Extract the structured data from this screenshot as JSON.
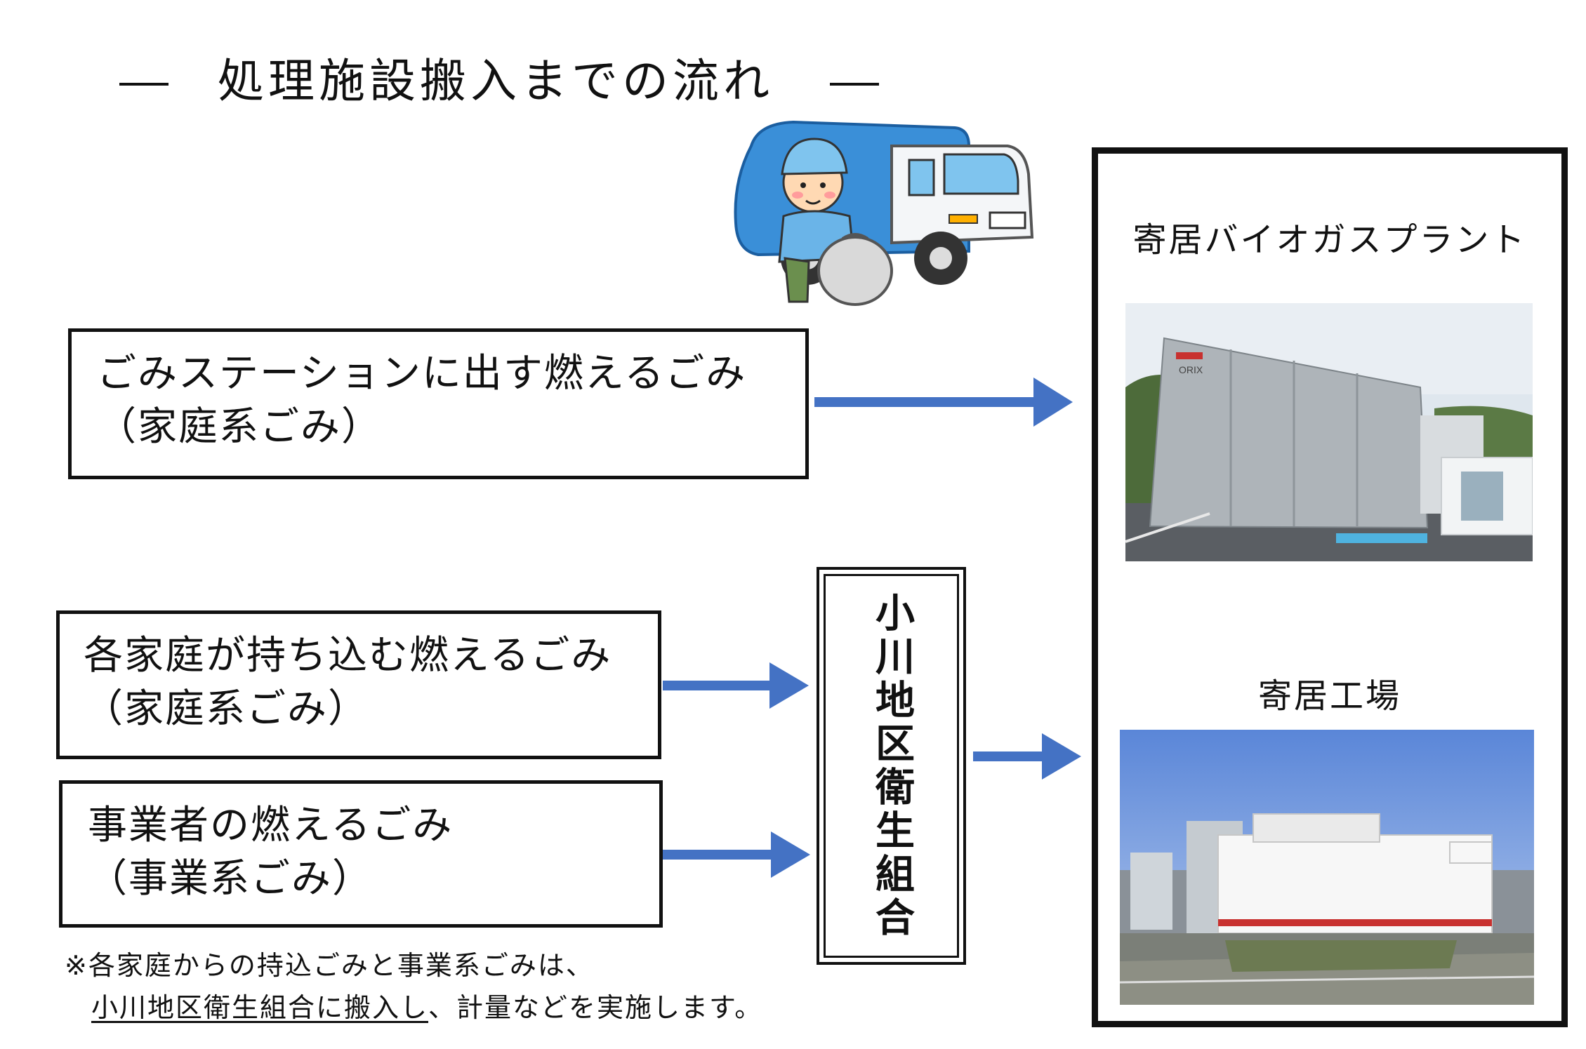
{
  "title": "処理施設搬入までの流れ",
  "sources": [
    {
      "line1": "ごみステーションに出す燃えるごみ",
      "line2": "（家庭系ごみ）"
    },
    {
      "line1": "各家庭が持ち込む燃えるごみ",
      "line2": "（家庭系ごみ）"
    },
    {
      "line1": "事業者の燃えるごみ",
      "line2": "（事業系ごみ）"
    }
  ],
  "union": {
    "label": "小川地区衛生組合"
  },
  "plants": [
    {
      "label": "寄居バイオガスプラント",
      "sign": "ORIX"
    },
    {
      "label": "寄居工場"
    }
  ],
  "note": {
    "line1": "※各家庭からの持込ごみと事業系ごみは、",
    "line2_underlined": "小川地区衛生組合に搬入し",
    "line2_rest": "、計量などを実施します。"
  },
  "colors": {
    "arrow": "#4472c4",
    "truck": "#3a8fd8",
    "text": "#111111"
  },
  "icons": [
    "garbage-truck-icon"
  ]
}
